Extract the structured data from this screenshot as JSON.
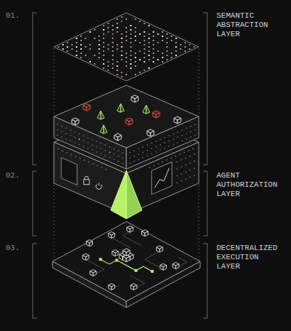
{
  "diagram": {
    "labels": [
      "01.",
      "SEMANTIC ABSTRACTION LAYER",
      "02.",
      "AGENT AUTHORIZATION LAYER",
      "03.",
      "DECENTRALIZED EXECUTION LAYER"
    ]
  }
}
